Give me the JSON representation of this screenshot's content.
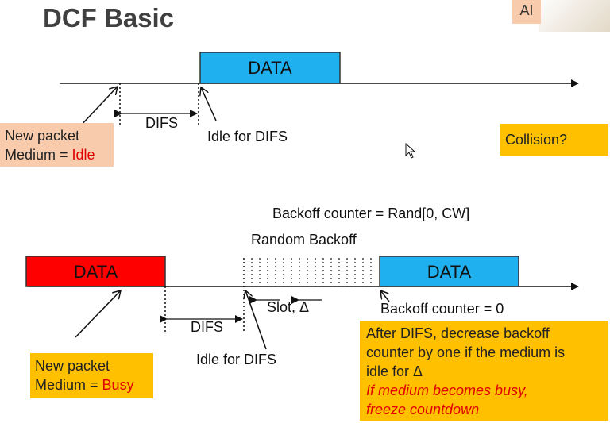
{
  "title": "DCF Basic",
  "badge": "AI",
  "colors": {
    "data_blue": "#1fb0ef",
    "data_red": "#ff0000",
    "peach": "#f8cbad",
    "gold": "#ffc000",
    "busy_text": "#e00000"
  },
  "top": {
    "data_label": "DATA",
    "difs_label": "DIFS",
    "idle_label": "Idle for DIFS",
    "new_packet_line1": "New packet",
    "medium_label": "Medium = ",
    "medium_state": "Idle",
    "collision_label": "Collision?"
  },
  "bottom": {
    "backoff_formula": "Backoff counter = Rand[0, CW]",
    "random_backoff": "Random Backoff",
    "data_left": "DATA",
    "data_right": "DATA",
    "difs_label": "DIFS",
    "slot_label": "Slot, Δ",
    "backoff_zero": "Backoff counter = 0",
    "idle_label": "Idle for DIFS",
    "new_packet_line1": "New packet",
    "medium_label": "Medium = ",
    "medium_state": "Busy",
    "note_line1": "After DIFS, decrease  backoff",
    "note_line2": "counter by one if the medium is",
    "note_line3": "idle for  Δ",
    "note_line4": "If medium becomes busy,",
    "note_line5": "freeze countdown"
  }
}
